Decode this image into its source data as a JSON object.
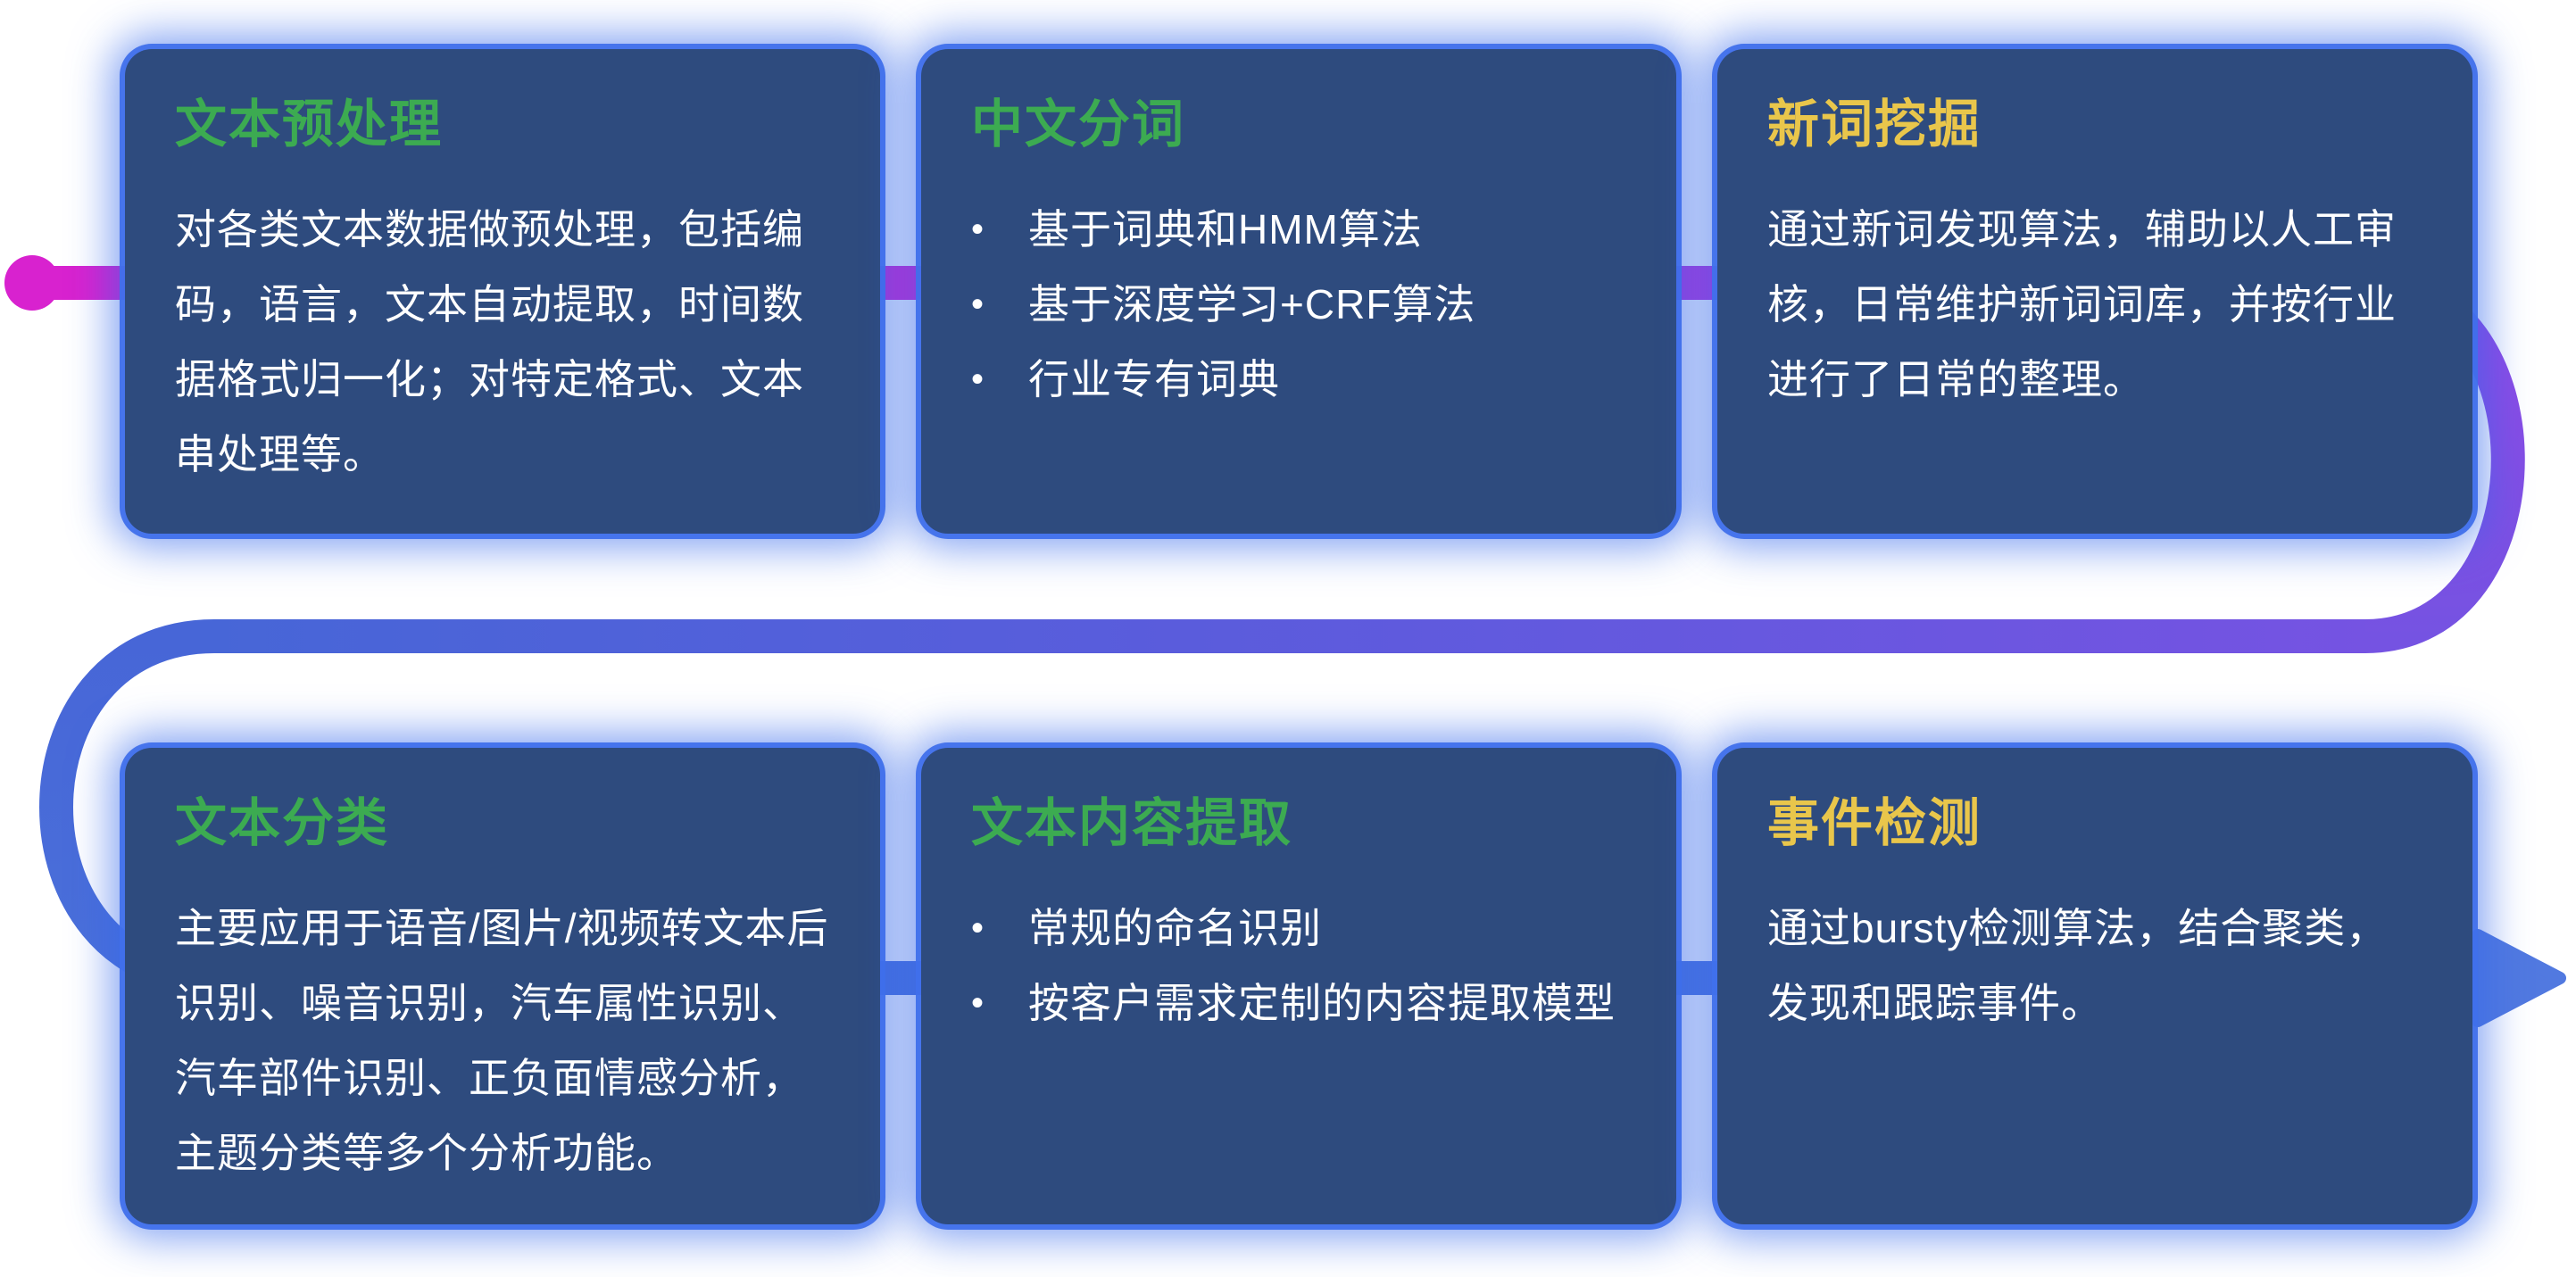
{
  "diagram": {
    "cards": [
      {
        "id": "text-preprocessing",
        "title": "文本预处理",
        "title_color": "#3cab51",
        "body": "对各类文本数据做预处理，包括编码，语言，文本自动提取，时间数据格式归一化；对特定格式、文本串处理等。"
      },
      {
        "id": "chinese-word-segmentation",
        "title": "中文分词",
        "title_color": "#3cab51",
        "bullets": [
          "基于词典和HMM算法",
          "基于深度学习+CRF算法",
          "行业专有词典"
        ]
      },
      {
        "id": "new-word-mining",
        "title": "新词挖掘",
        "title_color": "#e9c64b",
        "body": "通过新词发现算法，辅助以人工审核，日常维护新词词库，并按行业进行了日常的整理。"
      },
      {
        "id": "text-classification",
        "title": "文本分类",
        "title_color": "#3cab51",
        "body": "主要应用于语音/图片/视频转文本后识别、噪音识别，汽车属性识别、汽车部件识别、正负面情感分析，主题分类等多个分析功能。"
      },
      {
        "id": "text-content-extraction",
        "title": "文本内容提取",
        "title_color": "#3cab51",
        "bullets": [
          "常规的命名识别",
          "按客户需求定制的内容提取模型"
        ]
      },
      {
        "id": "event-detection",
        "title": "事件检测",
        "title_color": "#e9c64b",
        "body": "通过bursty检测算法，结合聚类，发现和跟踪事件。"
      }
    ]
  },
  "colors": {
    "line-magenta": "#d822cf",
    "line-violet": "#b438de",
    "line-purple": "#9149e6",
    "line-purple2": "#7553e2",
    "line-blue": "#4766d7",
    "line-blue2": "#4a70da",
    "line-blue3": "#5179e0",
    "card-bg": "#2e4b7e",
    "title-green": "#3cab51",
    "title-yellow": "#e9c64b",
    "body-text": "#ffffff",
    "page-bg": "#ffffff"
  }
}
